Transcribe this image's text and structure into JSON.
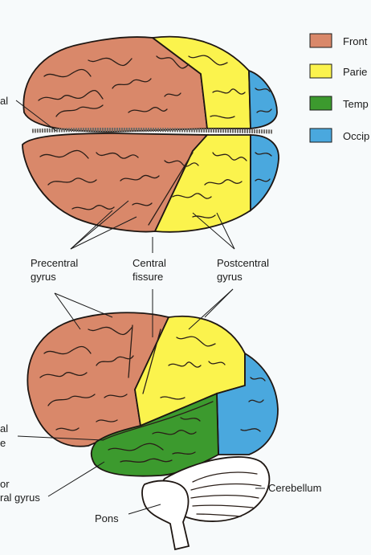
{
  "legend": [
    {
      "label": "Front",
      "color": "#d9886a"
    },
    {
      "label": "Parie",
      "color": "#fbf34d"
    },
    {
      "label": "Temp",
      "color": "#3c9a2e"
    },
    {
      "label": "Occip",
      "color": "#4aa8de"
    }
  ],
  "labels": {
    "top_left": "al",
    "precentral_1": "Precentral",
    "precentral_2": "gyrus",
    "central_1": "Central",
    "central_2": "fissure",
    "postcentral_1": "Postcentral",
    "postcentral_2": "gyrus",
    "left_mid_1": "al",
    "left_mid_2": "e",
    "left_low_1": "or",
    "left_low_2": "ral gyrus",
    "pons": "Pons",
    "cerebellum": "Cerebellum"
  }
}
